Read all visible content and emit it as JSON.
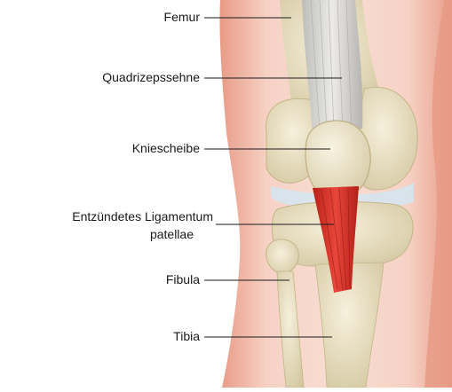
{
  "labels": {
    "femur": "Femur",
    "quadriceps_tendon": "Quadrizepssehne",
    "kneecap": "Kniescheibe",
    "patellar_ligament_line1": "Entzündetes Ligamentum",
    "patellar_ligament_line2": "patellae",
    "fibula": "Fibula",
    "tibia": "Tibia"
  },
  "colors": {
    "skin": "#f2c4b4",
    "skin_edge": "#e6a08c",
    "bone": "#efe7cf",
    "bone_shadow": "#c9bc94",
    "tendon": "#d9d9d6",
    "inflamed": "#d8322a",
    "cartilage": "#cfe0ea",
    "leader_line": "#1a1a1a"
  }
}
